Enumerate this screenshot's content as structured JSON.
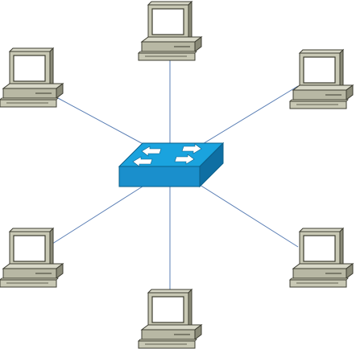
{
  "diagram": {
    "topology": "star",
    "link_color": "#5b7fb5",
    "hub": {
      "icon": "network-switch-icon",
      "color": "#1a9ad6"
    },
    "nodes": [
      {
        "id": "top",
        "icon": "desktop-computer-icon"
      },
      {
        "id": "upper-left",
        "icon": "desktop-computer-icon"
      },
      {
        "id": "upper-right",
        "icon": "desktop-computer-icon"
      },
      {
        "id": "lower-left",
        "icon": "desktop-computer-icon"
      },
      {
        "id": "lower-right",
        "icon": "desktop-computer-icon"
      },
      {
        "id": "bottom",
        "icon": "desktop-computer-icon"
      }
    ]
  }
}
